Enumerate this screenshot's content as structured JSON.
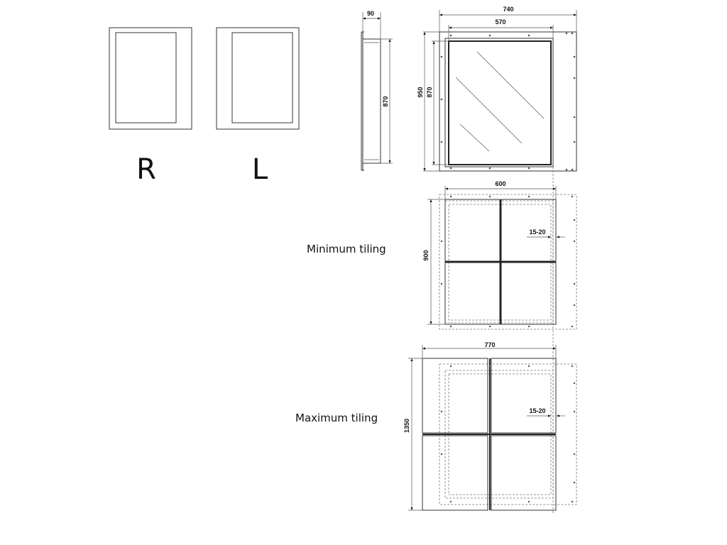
{
  "variants": {
    "right": "R",
    "left": "L"
  },
  "dimensions": {
    "depth": "90",
    "side_height": "870",
    "overall_width": "740",
    "door_width": "570",
    "overall_height": "950",
    "door_height": "870",
    "min_width": "600",
    "min_height": "900",
    "min_gap": "15-20",
    "max_width": "770",
    "max_height": "1350",
    "max_gap": "15-20"
  },
  "captions": {
    "minimum": "Minimum tiling",
    "maximum": "Maximum tiling"
  },
  "colors": {
    "line": "#333333",
    "text": "#111111",
    "background": "#ffffff"
  }
}
